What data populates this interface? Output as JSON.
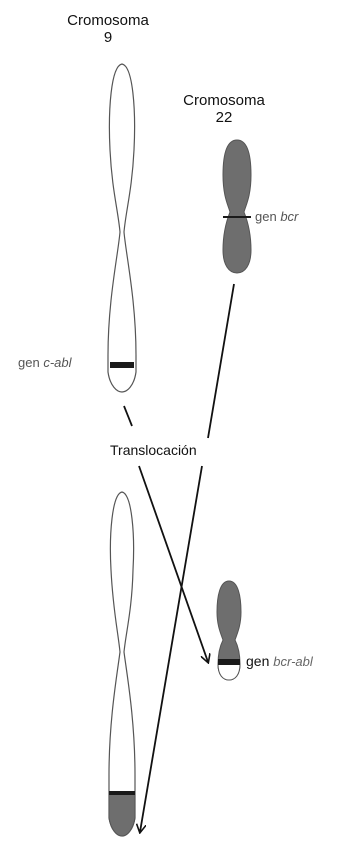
{
  "labels": {
    "chromosome9_title": "Cromosoma",
    "chromosome9_number": "9",
    "chromosome22_title": "Cromosoma",
    "chromosome22_number": "22",
    "gene_bcr_prefix": "gen",
    "gene_bcr_name": "bcr",
    "gene_cabl_prefix": "gen",
    "gene_cabl_name": "c-abl",
    "translocation": "Translocación",
    "gene_bcrabl_prefix": "gen",
    "gene_bcrabl_name": "bcr-abl"
  },
  "colors": {
    "chromosome_fill_light": "#ffffff",
    "chromosome_fill_dark": "#6e6e6e",
    "outline": "#555555",
    "gene_band": "#1a1a1a",
    "arrow": "#111111"
  }
}
